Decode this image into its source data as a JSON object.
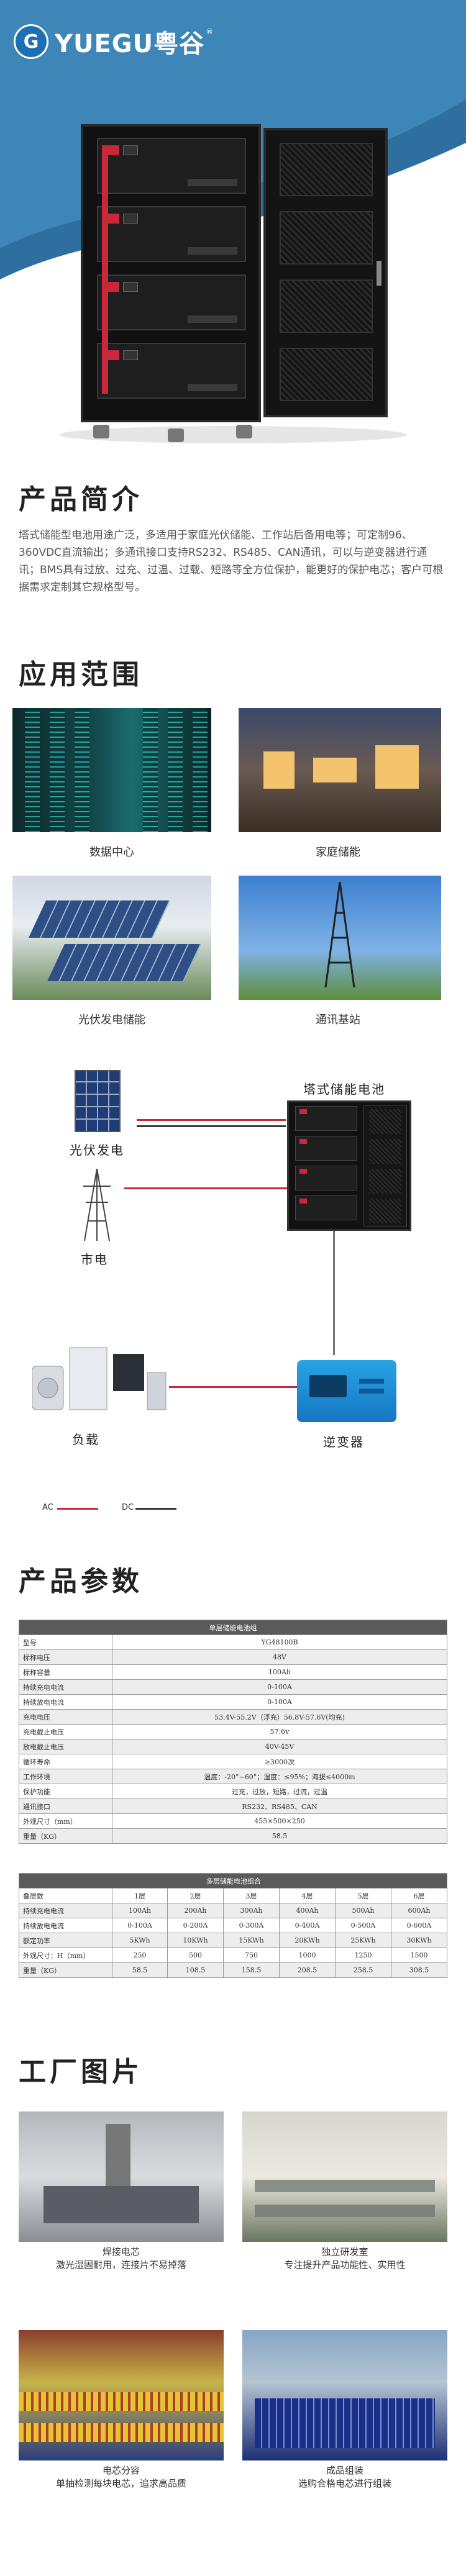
{
  "brand": {
    "latin": "YUEGU",
    "cn": "粤谷",
    "mark": "G",
    "reg": "®"
  },
  "sections": {
    "intro_title": "产品简介",
    "intro_text": "塔式储能型电池用途广泛，多适用于家庭光伏储能、工作站后备用电等；可定制96、360VDC直流输出；多通讯接口支持RS232、RS485、CAN通讯，可以与逆变器进行通讯；BMS具有过放、过充、过温、过载、短路等全方位保护，能更好的保护电芯；客户可根据需求定制其它规格型号。",
    "app_title": "应用范围",
    "params_title": "产品参数",
    "factory_title": "工厂图片"
  },
  "applications": [
    {
      "label": "数据中心"
    },
    {
      "label": "家庭储能"
    },
    {
      "label": "光伏发电储能"
    },
    {
      "label": "通讯基站"
    }
  ],
  "diagram": {
    "pv": "光伏发电",
    "battery": "塔式储能电池",
    "grid": "市电",
    "load": "负载",
    "inverter": "逆变器",
    "ac": "AC",
    "dc": "DC",
    "colors": {
      "ac": "#c8283a",
      "dc": "#333333"
    }
  },
  "table1": {
    "title": "单层储能电池组",
    "rows": [
      [
        "型号",
        "YG48100B"
      ],
      [
        "标称电压",
        "48V"
      ],
      [
        "标称容量",
        "100Ah"
      ],
      [
        "持续充电电流",
        "0-100A"
      ],
      [
        "持续放电电流",
        "0-100A"
      ],
      [
        "充电电压",
        "53.4V-55.2V（浮充）56.8V-57.6V(均充)"
      ],
      [
        "充电截止电压",
        "57.6v"
      ],
      [
        "放电截止电压",
        "40V-45V"
      ],
      [
        "循环寿命",
        "≥3000次"
      ],
      [
        "工作环境",
        "温度：-20°~60°；湿度：≤95%；海拔≤4000m"
      ],
      [
        "保护功能",
        "过充，过放，短路，过流，过温"
      ],
      [
        "通讯接口",
        "RS232、RS485、CAN"
      ],
      [
        "外观尺寸（mm）",
        "455×500×250"
      ],
      [
        "重量（KG）",
        "58.5"
      ]
    ]
  },
  "table2": {
    "title": "多层储能电池组合",
    "header": [
      "叠层数",
      "1层",
      "2层",
      "3层",
      "4层",
      "5层",
      "6层"
    ],
    "rows": [
      [
        "持续充电电流",
        "100Ah",
        "200Ah",
        "300Ah",
        "400Ah",
        "500Ah",
        "600Ah"
      ],
      [
        "持续放电电流",
        "0-100A",
        "0-200A",
        "0-300A",
        "0-400A",
        "0-500A",
        "0-600A"
      ],
      [
        "额定功率",
        "5KWh",
        "10KWh",
        "15KWh",
        "20KWh",
        "25KWh",
        "30KWh"
      ],
      [
        "外观尺寸：H（mm）",
        "250",
        "500",
        "750",
        "1000",
        "1250",
        "1500"
      ],
      [
        "重量（KG）",
        "58.5",
        "108.5",
        "158.5",
        "208.5",
        "258.5",
        "308.5"
      ]
    ]
  },
  "factory": [
    {
      "title": "焊接电芯",
      "sub": "激光湿固耐用，连接片不易掉落"
    },
    {
      "title": "独立研发室",
      "sub": "专注提升产品功能性、实用性"
    },
    {
      "title": "电芯分容",
      "sub": "单抽检测每块电芯，追求高品质"
    },
    {
      "title": "成品组装",
      "sub": "选购合格电芯进行组装"
    }
  ]
}
